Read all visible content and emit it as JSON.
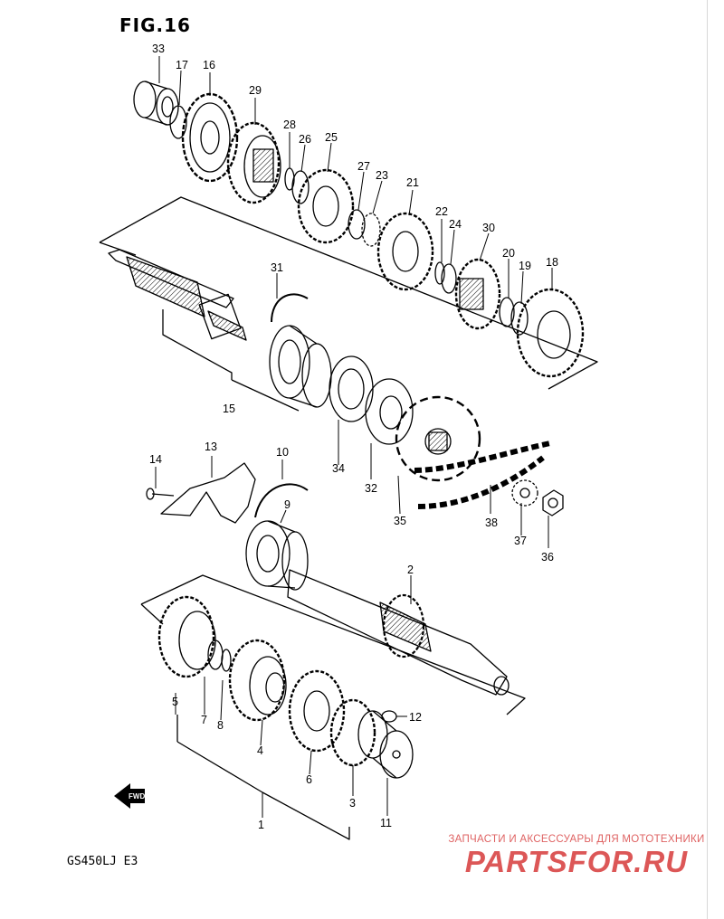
{
  "figure": {
    "title": "FIG.16",
    "model_code": "GS450LJ E3"
  },
  "watermark": {
    "tagline": "ЗАПЧАСТИ И АКСЕССУАРЫ ДЛЯ МОТОТЕХНИКИ",
    "logo_text": "PARTSFOR.RU",
    "color": "#d73a3a"
  },
  "direction_arrow": {
    "label": "FWD",
    "icon": "forward-arrow-icon"
  },
  "callouts": [
    "33",
    "17",
    "16",
    "29",
    "28",
    "26",
    "25",
    "27",
    "23",
    "21",
    "22",
    "24",
    "30",
    "20",
    "19",
    "18",
    "31",
    "15",
    "34",
    "32",
    "35",
    "38",
    "37",
    "36",
    "14",
    "13",
    "10",
    "9",
    "2",
    "12",
    "5",
    "7",
    "8",
    "4",
    "6",
    "3",
    "1",
    "11"
  ],
  "colors": {
    "ink": "#000000",
    "paper": "#ffffff"
  }
}
